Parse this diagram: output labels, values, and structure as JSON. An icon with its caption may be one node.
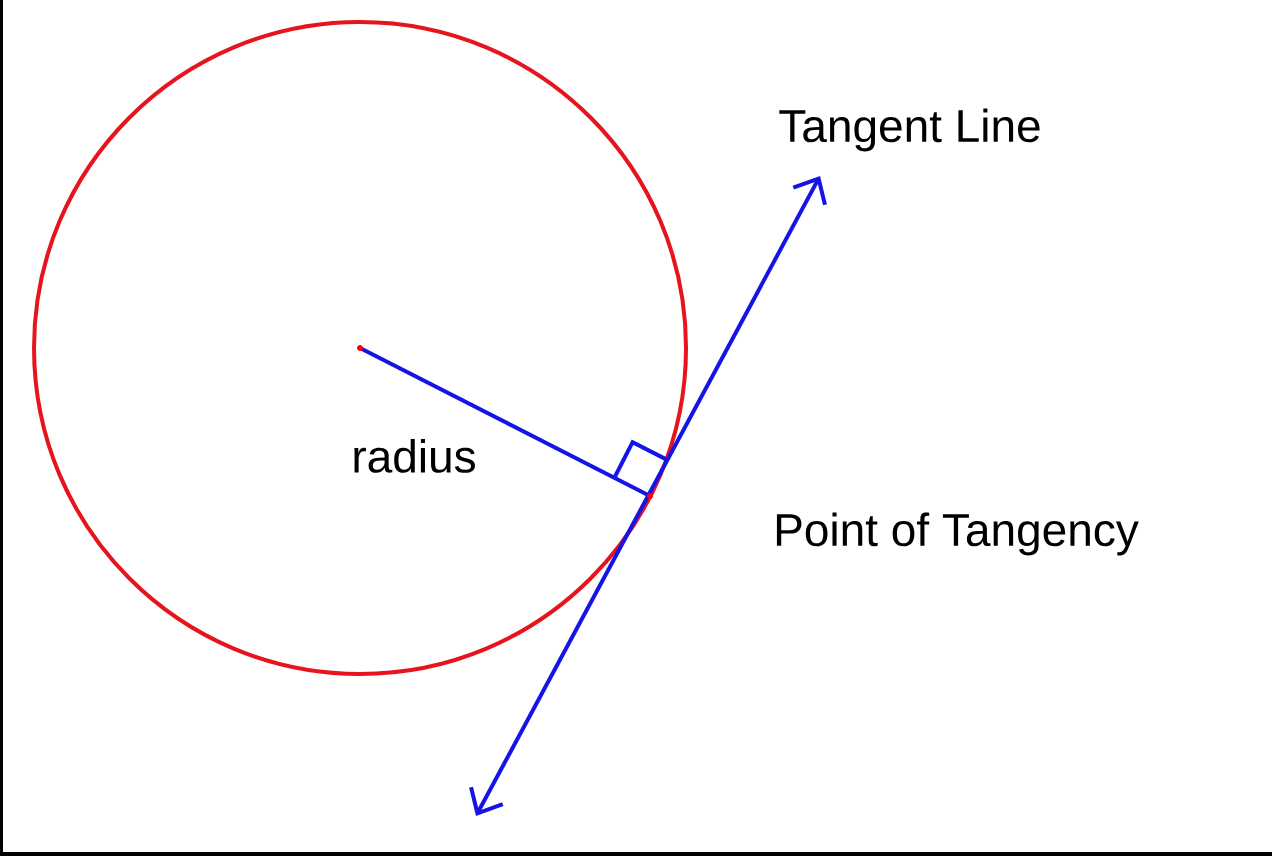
{
  "diagram": {
    "labels": [
      "Tangent Line",
      "radius",
      "Point of Tangency"
    ]
  }
}
